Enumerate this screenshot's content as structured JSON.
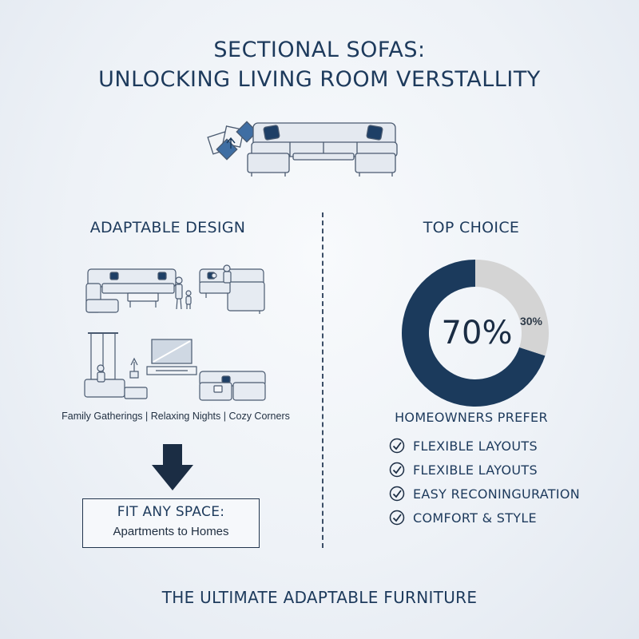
{
  "header": {
    "title_line1": "SECTIONAL SOFAS:",
    "title_line2": "UNLOCKING LIVING ROOM VERSTALLITY"
  },
  "left_panel": {
    "heading": "ADAPTABLE DESIGN",
    "captions": "Family Gatherings | Relaxing Nights | Cozy Corners",
    "arrow_icon": "arrow-down-icon",
    "fit_box": {
      "title": "FIT ANY SPACE:",
      "subtitle": "Apartments to Homes"
    }
  },
  "right_panel": {
    "heading": "TOP CHOICE",
    "chart_data": {
      "type": "pie",
      "slices": [
        {
          "label": "70%",
          "value": 70,
          "color": "#1b3a5c"
        },
        {
          "label": "30%",
          "value": 30,
          "color": "#d4d4d4"
        }
      ]
    },
    "subheading": "HOMEOWNERS PREFER",
    "benefits": [
      "FLEXIBLE LAYOUTS",
      "FLEXIBLE LAYOUTS",
      "EASY RECONINGURATION",
      "COMFORT & STYLE"
    ]
  },
  "footer": {
    "tagline": "THE ULTIMATE ADAPTABLE FURNITURE"
  },
  "colors": {
    "navy": "#1b3a5c",
    "accent_blue": "#2f5f93",
    "gray": "#d4d4d4"
  }
}
